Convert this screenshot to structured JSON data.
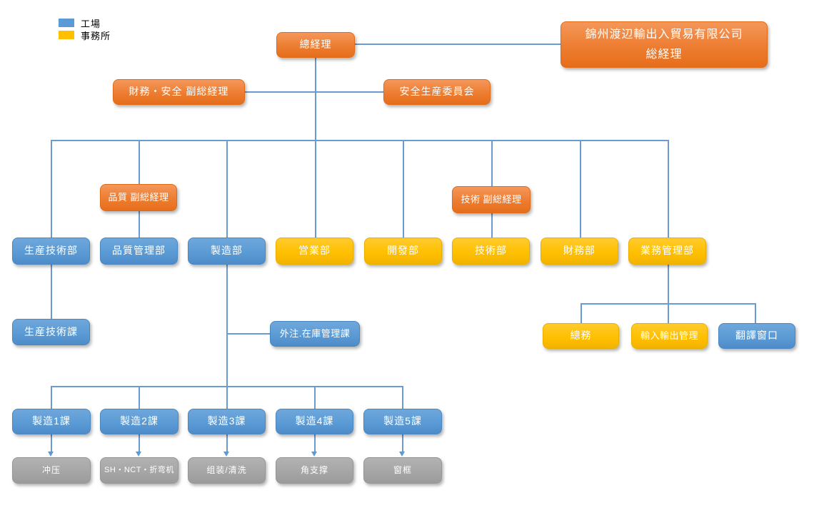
{
  "legend": {
    "items": [
      {
        "label": "工場",
        "color": "#5B9BD5"
      },
      {
        "label": "事務所",
        "color": "#FFC000"
      }
    ]
  },
  "palette": {
    "executive_orange": "#ED7D31",
    "factory_blue": "#5B9BD5",
    "office_yellow": "#FFC000",
    "process_gray": "#A6A6A6",
    "connector_blue": "#6B9BD2"
  },
  "nodes": {
    "gm": {
      "label": "總経理"
    },
    "trade_gm": {
      "line1": "錦州渡辺輸出入貿易有限公司",
      "line2": "総経理"
    },
    "fs_vgm": {
      "label": "財務・安全 副総経理"
    },
    "safety_committee": {
      "label": "安全生産委員会"
    },
    "quality_vgm": {
      "label": "品質 副総経理"
    },
    "tech_vgm": {
      "label": "技術 副総経理"
    },
    "dept_prod_tech": {
      "label": "生産技術部"
    },
    "dept_quality": {
      "label": "品質管理部"
    },
    "dept_mfg": {
      "label": "製造部"
    },
    "dept_sales": {
      "label": "営業部"
    },
    "dept_dev": {
      "label": "開發部"
    },
    "dept_tech": {
      "label": "技術部"
    },
    "dept_finance": {
      "label": "財務部"
    },
    "dept_biz": {
      "label": "業務管理部"
    },
    "sec_prod_tech": {
      "label": "生産技術課"
    },
    "sec_outsourcing": {
      "label": "外注.在庫管理課"
    },
    "general_affairs": {
      "label": "總務"
    },
    "import_export": {
      "label": "輸入輸出管理"
    },
    "translation": {
      "label": "翻譯窗口"
    },
    "mfg1": {
      "label": "製造1課"
    },
    "mfg2": {
      "label": "製造2課"
    },
    "mfg3": {
      "label": "製造3課"
    },
    "mfg4": {
      "label": "製造4課"
    },
    "mfg5": {
      "label": "製造5課"
    },
    "proc_stamping": {
      "label": "冲压"
    },
    "proc_sh_nct": {
      "label": "SH・NCT・折弯机"
    },
    "proc_assembly": {
      "label": "组装/清洗"
    },
    "proc_corner": {
      "label": "角支撑"
    },
    "proc_frame": {
      "label": "窗框"
    }
  }
}
